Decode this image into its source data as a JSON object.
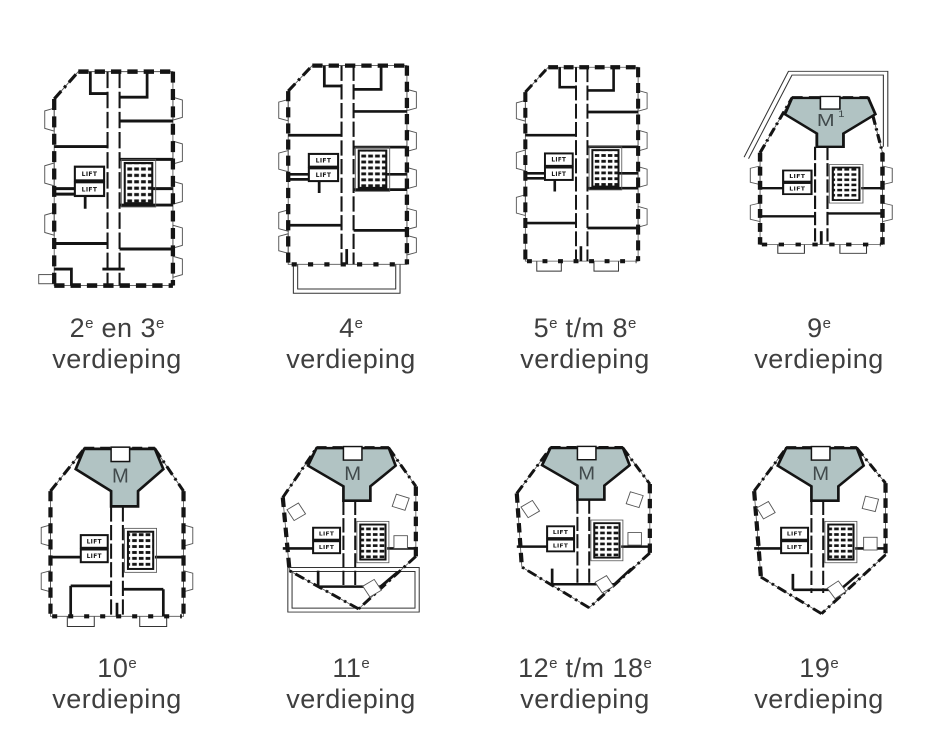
{
  "colors": {
    "accent_fill": "#b1c3c3",
    "wall": "#141414",
    "label_text": "#3f3f3f"
  },
  "shared": {
    "lift": "LIFT"
  },
  "plans": [
    {
      "name": "floor-2-3",
      "label": {
        "p1": "2",
        "s1": "e",
        "p2": " en 3",
        "s2": "e",
        "line2": "verdieping"
      }
    },
    {
      "name": "floor-4",
      "label": {
        "p1": "4",
        "s1": "e",
        "p2": "",
        "s2": "",
        "line2": "verdieping"
      }
    },
    {
      "name": "floor-5-8",
      "label": {
        "p1": "5",
        "s1": "e",
        "p2": " t/m 8",
        "s2": "e",
        "line2": "verdieping"
      }
    },
    {
      "name": "floor-9",
      "label": {
        "p1": "9",
        "s1": "e",
        "p2": "",
        "s2": "",
        "line2": "verdieping"
      },
      "m": "M",
      "m_sup": "1"
    },
    {
      "name": "floor-10",
      "label": {
        "p1": "10",
        "s1": "e",
        "p2": "",
        "s2": "",
        "line2": "verdieping"
      },
      "m": "M"
    },
    {
      "name": "floor-11",
      "label": {
        "p1": "11",
        "s1": "e",
        "p2": "",
        "s2": "",
        "line2": "verdieping"
      },
      "m": "M"
    },
    {
      "name": "floor-12-18",
      "label": {
        "p1": "12",
        "s1": "e",
        "p2": " t/m 18",
        "s2": "e",
        "line2": "verdieping"
      },
      "m": "M"
    },
    {
      "name": "floor-19",
      "label": {
        "p1": "19",
        "s1": "e",
        "p2": "",
        "s2": "",
        "line2": "verdieping"
      },
      "m": "M"
    }
  ]
}
